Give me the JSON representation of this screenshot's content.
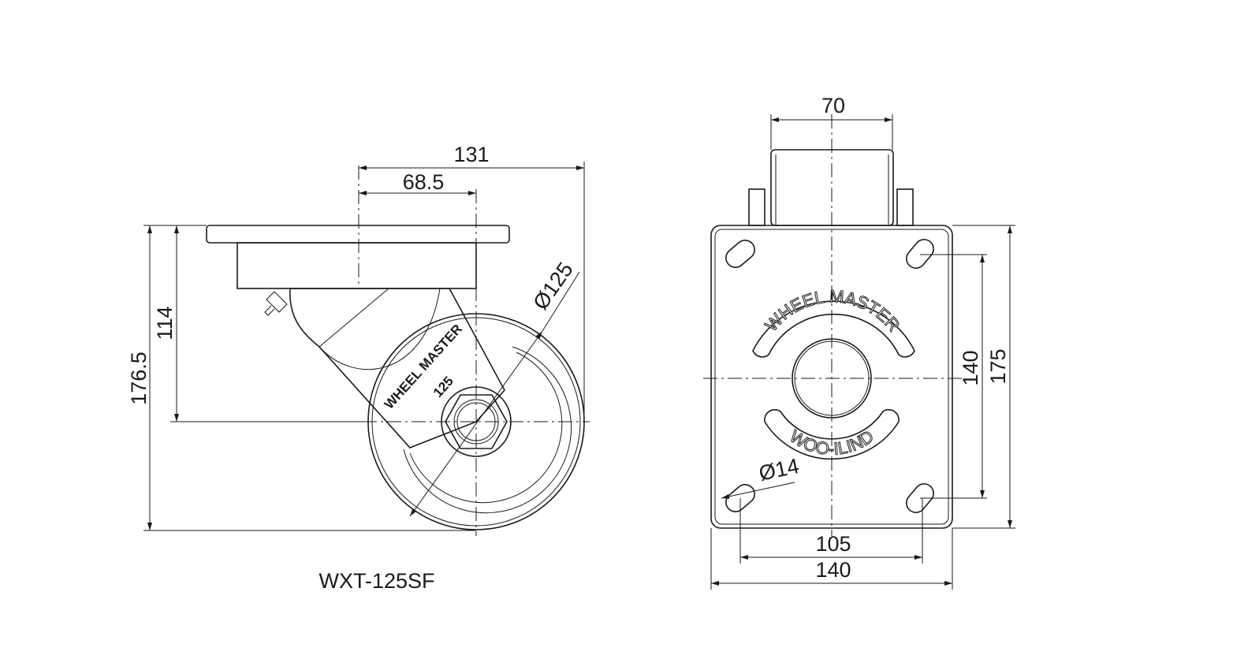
{
  "side_view": {
    "model_label": "WXT-125SF",
    "dims": {
      "overall_height": "176.5",
      "axle_height": "114",
      "swivel_radius": "131",
      "offset": "68.5",
      "wheel_diameter": "Ø125"
    },
    "fork_text": "WHEEL MASTER",
    "fork_size": "125"
  },
  "top_view": {
    "dims": {
      "stem_width": "70",
      "hole_spacing_v": "140",
      "plate_height": "175",
      "hole_spacing_h": "105",
      "plate_width": "140",
      "hole_diameter": "Ø14"
    },
    "emboss_top": "WHEEL MASTER",
    "emboss_bottom": "WOO-ILIND"
  }
}
